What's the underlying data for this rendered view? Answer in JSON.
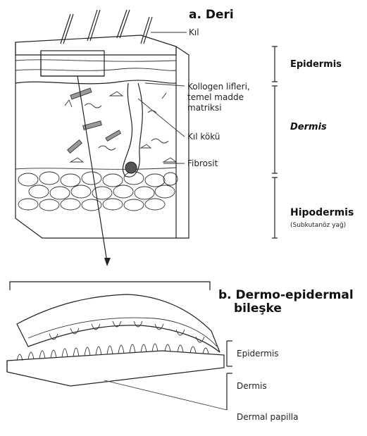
{
  "panel_a": {
    "title": "a. Deri",
    "labels": {
      "hair": "Kıl",
      "collagen_line1": "Kollogen lifleri,",
      "collagen_line2": "temel madde",
      "collagen_line3": "matriksi",
      "hair_root": "Kıl kökü",
      "fibrocyte": "Fibrosit"
    },
    "layers": {
      "epidermis": "Epidermis",
      "dermis": "Dermis",
      "hypodermis": "Hipodermis",
      "hypodermis_note": "(Subkutanöz yağ)"
    }
  },
  "panel_b": {
    "title_line1": "b. Dermo-epidermal",
    "title_line2": "bileşke",
    "labels": {
      "epidermis": "Epidermis",
      "dermis": "Dermis",
      "dermal_papilla": "Dermal papilla"
    }
  }
}
